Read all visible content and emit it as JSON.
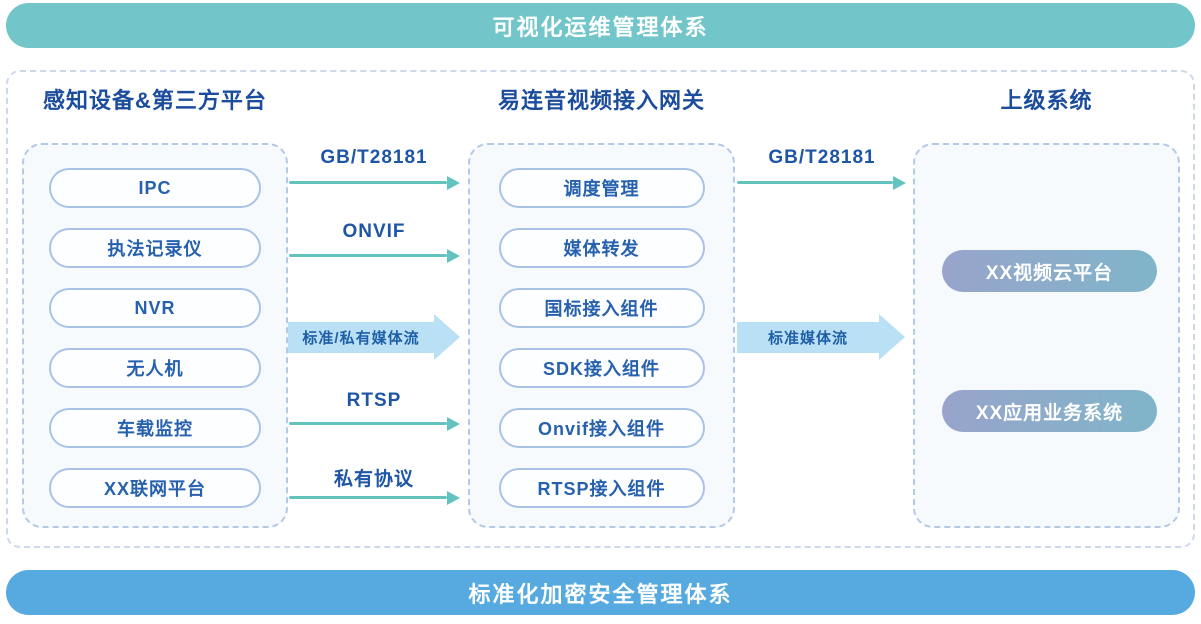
{
  "top_banner": {
    "label": "可视化运维管理体系"
  },
  "bottom_banner": {
    "label": "标准化加密安全管理体系"
  },
  "columns": [
    {
      "title": "感知设备&第三方平台",
      "items": [
        "IPC",
        "执法记录仪",
        "NVR",
        "无人机",
        "车载监控",
        "XX联网平台"
      ]
    },
    {
      "title": "易连音视频接入网关",
      "items": [
        "调度管理",
        "媒体转发",
        "国标接入组件",
        "SDK接入组件",
        "Onvif接入组件",
        "RTSP接入组件"
      ]
    },
    {
      "title": "上级系统",
      "items": [
        "XX视频云平台",
        "XX应用业务系统"
      ]
    }
  ],
  "arrows": {
    "left_to_gateway": [
      {
        "label": "GB/T28181",
        "type": "line"
      },
      {
        "label": "ONVIF",
        "type": "line"
      },
      {
        "label": "标准/私有媒体流",
        "type": "thick"
      },
      {
        "label": "RTSP",
        "type": "line"
      },
      {
        "label": "私有协议",
        "type": "line"
      }
    ],
    "gateway_to_upper": [
      {
        "label": "GB/T28181",
        "type": "line"
      },
      {
        "label": "标准媒体流",
        "type": "thick"
      }
    ]
  },
  "colors": {
    "top_banner": "#72C6C9",
    "bottom_banner": "#56AADF",
    "title_text": "#1C4C9C",
    "pill_border": "#A9C2E5",
    "pill_text": "#2761AD",
    "dashed_border": "#B3C9E6",
    "thin_arrow": "#63C4BF",
    "thick_arrow": "#B9E0F4",
    "thick_arrow_text": "#1F5FA8",
    "gradient_pill_start": "#98A4CB",
    "gradient_pill_end": "#80B5C9"
  }
}
